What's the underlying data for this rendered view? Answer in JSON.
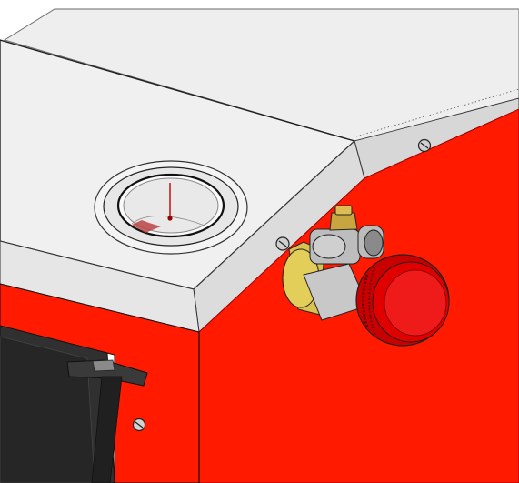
{
  "scene": {
    "colors": {
      "background": "#ffffff",
      "top_panel": "#eeeeee",
      "top_panel_shade": "#e4e4e4",
      "edge_light": "#d9d9d9",
      "red_panel": "#ff1a00",
      "red_dark": "#b80000",
      "dark_panel": "#2f2f2f",
      "metal": "#d0d0d0",
      "brass": "#d8c04a",
      "knob_red": "#e00000"
    },
    "components": {
      "gauge": "pressure-gauge",
      "knob": "red-dial-knob",
      "valve": "valve-fitting",
      "screws": [
        "screw-top-right",
        "screw-left-side",
        "screw-lower"
      ],
      "handle": "front-door-handle"
    }
  }
}
